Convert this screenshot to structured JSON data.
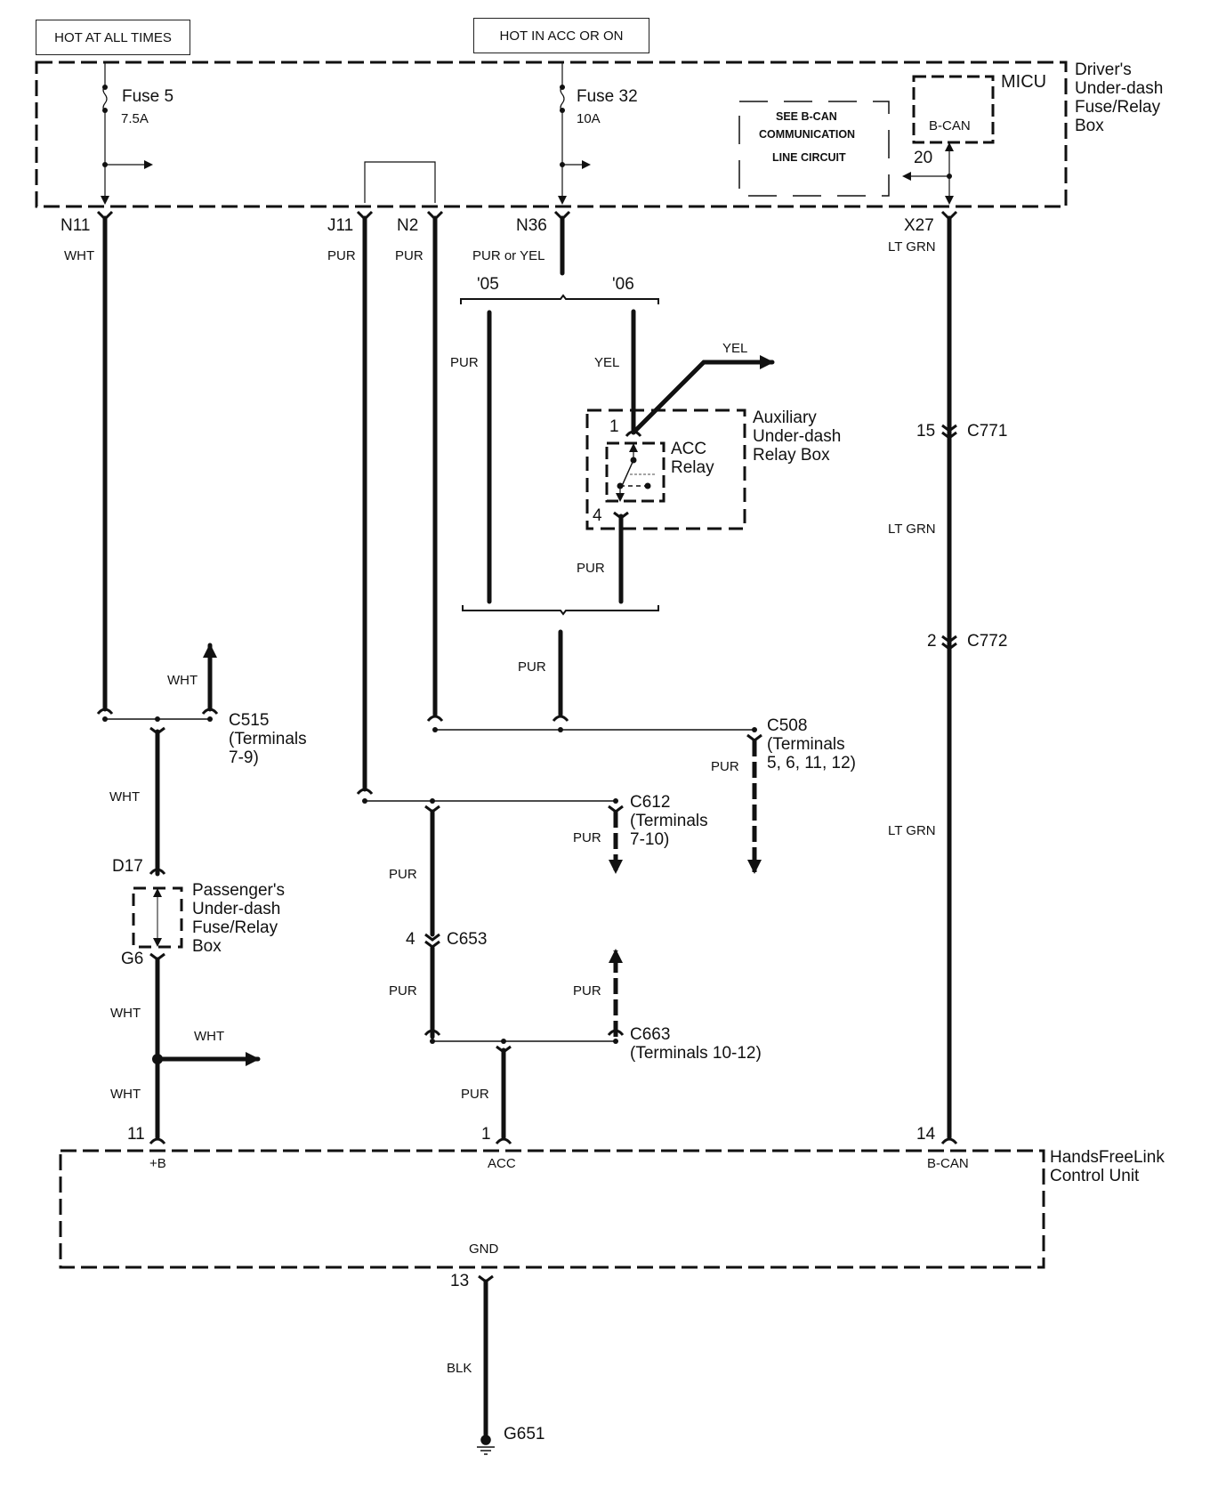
{
  "power_sources": {
    "hot_at_all_times": "HOT AT ALL TIMES",
    "hot_in_acc_or_on": "HOT IN ACC OR ON"
  },
  "drivers_box": {
    "label": "Driver's\nUnder-dash\nFuse/Relay\nBox",
    "fuse5": {
      "name": "Fuse 5",
      "rating": "7.5A"
    },
    "fuse32": {
      "name": "Fuse 32",
      "rating": "10A"
    },
    "see_bcan": {
      "line1": "SEE B-CAN",
      "line2": "COMMUNICATION",
      "line3": "LINE CIRCUIT"
    },
    "micu": {
      "label": "MICU",
      "port": "B-CAN",
      "pin": "20"
    }
  },
  "terminals": {
    "n11": "N11",
    "j11": "J11",
    "n2": "N2",
    "n36": "N36",
    "x27": "X27",
    "d17": "D17",
    "g6": "G6"
  },
  "wires": {
    "n11": "WHT",
    "j11": "PUR",
    "n2": "PUR",
    "n36": "PUR or YEL",
    "x27": "LT GRN",
    "y05": "'05",
    "y06": "'06",
    "pur_05": "PUR",
    "yel_06": "YEL",
    "yel_branch": "YEL",
    "pur_relay": "PUR",
    "pur_join": "PUR",
    "wht_up": "WHT",
    "wht_mid": "WHT",
    "wht_g6": "WHT",
    "wht_branch": "WHT",
    "wht_hfl": "WHT",
    "pur_c508": "PUR",
    "pur_c612": "PUR",
    "pur_c653_top": "PUR",
    "pur_c653_bot": "PUR",
    "pur_c663": "PUR",
    "pur_acc": "PUR",
    "ltgrn_mid": "LT GRN",
    "ltgrn_low": "LT GRN",
    "blk": "BLK"
  },
  "aux_box": {
    "label": "Auxiliary\nUnder-dash\nRelay Box",
    "relay": "ACC\nRelay",
    "pin1": "1",
    "pin4": "4"
  },
  "connectors": {
    "c515": "C515\n(Terminals\n7-9)",
    "c508": "C508\n(Terminals\n5, 6, 11, 12)",
    "c612": "C612\n(Terminals\n7-10)",
    "c653": {
      "name": "C653",
      "pin": "4"
    },
    "c663": "C663\n(Terminals 10-12)",
    "c771": {
      "name": "C771",
      "pin": "15"
    },
    "c772": {
      "name": "C772",
      "pin": "2"
    }
  },
  "passenger_box": {
    "label": "Passenger's\nUnder-dash\nFuse/Relay\nBox"
  },
  "hfl_unit": {
    "label": "HandsFreeLink\nControl Unit",
    "pin_b": {
      "num": "11",
      "name": "+B"
    },
    "pin_acc": {
      "num": "1",
      "name": "ACC"
    },
    "pin_bcan": {
      "num": "14",
      "name": "B-CAN"
    },
    "pin_gnd": {
      "num": "13",
      "name": "GND"
    }
  },
  "ground": "G651"
}
